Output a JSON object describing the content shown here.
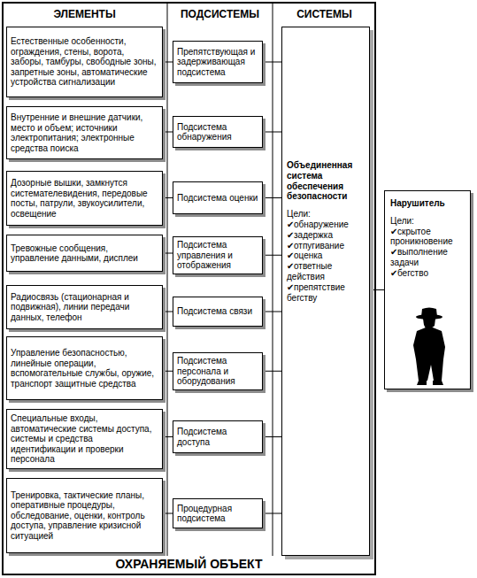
{
  "diagram": {
    "nodes": [
      {
        "text": [
          "ОХРАНЯЕМЫЙ ОБЪЕКТ"
        ]
      },
      {
        "text": [
          "Естественные особенности, ограждения, стены, ворота, заборы, тамбуры, свободные зоны, запретные зоны, автоматические устройства сигнализации"
        ],
        "in": 0
      },
      {
        "text": [
          "Препятствующая и задерживающая подсистема"
        ],
        "in": 0
      },
      {
        "text": [
          "Внутренние и внешние датчики, место и объем; источники электропитания; электронные средства поиска"
        ],
        "in": 0
      },
      {
        "text": [
          "Подсистема обнаружения"
        ],
        "in": 0
      },
      {
        "text": [
          "Дозорные вышки, замкнутся системателевидения, передовые посты, патрули, звукоусилители, освещение"
        ],
        "in": 0
      },
      {
        "text": [
          "Подсистема оценки"
        ],
        "in": 0
      },
      {
        "text": [
          "Тревожные сообщения, управление данными, дисплеи"
        ],
        "in": 0
      },
      {
        "text": [
          "Подсистема управления и отображения"
        ],
        "in": 0
      },
      {
        "text": [
          "Радиосвязь (стационарная и подвижная), линии передачи данных, телефон"
        ],
        "in": 0
      },
      {
        "text": [
          "Подсистема связи"
        ],
        "in": 0
      },
      {
        "text": [
          "Управление безопасностью, линейные операции, вспомогательные службы, оружие, транспорт защитные средства"
        ],
        "in": 0
      },
      {
        "text": [
          "Подсистема персонала и оборудования"
        ],
        "in": 0
      },
      {
        "text": [
          "Специальные входы, автоматические системы доступа, системы и средства идентификации и проверки персонала"
        ],
        "in": 0
      },
      {
        "text": [
          "Подсистема доступа"
        ],
        "in": 0
      },
      {
        "text": [
          "Тренировка, тактические планы, оперативные процедуры, обследование, оценки, контроль доступа, управление кризисной ситуацией"
        ],
        "in": 0
      },
      {
        "text": [
          "Процедурная подсистема"
        ],
        "in": 0
      },
      {
        "text": [
          "Объединенная система обеспечения безопасности",
          "Цели:",
          "✔обнаружение",
          "✔задержка",
          "✔отпугивание",
          "✔оценка",
          "✔ответные действия",
          "✔препятствие бегству"
        ],
        "in": 0
      },
      {
        "text": [
          "Нарушитель",
          "Цели:",
          "✔скрытое проникновение",
          "✔выполнение задачи",
          "✔бегство"
        ]
      }
    ],
    "edges": [
      {
        "from": 1,
        "to": 2,
        "arrow": "none"
      },
      {
        "from": 3,
        "to": 4,
        "arrow": "none"
      },
      {
        "from": 5,
        "to": 6,
        "arrow": "none"
      },
      {
        "from": 7,
        "to": 8,
        "arrow": "none"
      },
      {
        "from": 9,
        "to": 10,
        "arrow": "none"
      },
      {
        "from": 11,
        "to": 12,
        "arrow": "none"
      },
      {
        "from": 13,
        "to": 14,
        "arrow": "none"
      },
      {
        "from": 15,
        "to": 16,
        "arrow": "none"
      },
      {
        "from": 2,
        "to": 17,
        "arrow": "none"
      },
      {
        "from": 4,
        "to": 17,
        "arrow": "none"
      },
      {
        "from": 6,
        "to": 17,
        "arrow": "none"
      },
      {
        "from": 8,
        "to": 17,
        "arrow": "none"
      },
      {
        "from": 10,
        "to": 17,
        "arrow": "none"
      },
      {
        "from": 12,
        "to": 17,
        "arrow": "none"
      },
      {
        "from": 14,
        "to": 17,
        "arrow": "none"
      },
      {
        "from": 16,
        "to": 17,
        "arrow": "none"
      },
      {
        "from": 17,
        "to": 18,
        "arrow": "none"
      }
    ],
    "labels": [
      "ЭЛЕМЕНТЫ",
      "ПОДСИСТЕМЫ",
      "СИСТЕМЫ"
    ]
  }
}
